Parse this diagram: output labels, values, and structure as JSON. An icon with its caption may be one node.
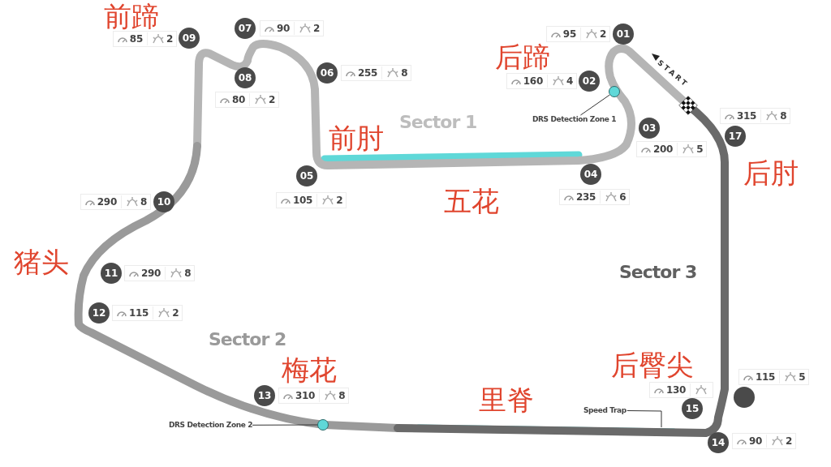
{
  "diagram": {
    "nodes": [
      {
        "text": [
          "01"
        ]
      },
      {
        "text": [
          "95",
          "2"
        ]
      },
      {
        "text": [
          "02"
        ]
      },
      {
        "text": [
          "160",
          "4"
        ]
      },
      {
        "text": [
          "03"
        ]
      },
      {
        "text": [
          "200",
          "5"
        ]
      },
      {
        "text": [
          "04"
        ]
      },
      {
        "text": [
          "235",
          "6"
        ]
      },
      {
        "text": [
          "05"
        ]
      },
      {
        "text": [
          "105",
          "2"
        ]
      },
      {
        "text": [
          "06"
        ]
      },
      {
        "text": [
          "255",
          "8"
        ]
      },
      {
        "text": [
          "07"
        ]
      },
      {
        "text": [
          "90",
          "2"
        ]
      },
      {
        "text": [
          "08"
        ]
      },
      {
        "text": [
          "80",
          "2"
        ]
      },
      {
        "text": [
          "09"
        ]
      },
      {
        "text": [
          "85",
          "2"
        ]
      },
      {
        "text": [
          "10"
        ]
      },
      {
        "text": [
          "290",
          "8"
        ]
      },
      {
        "text": [
          "11"
        ]
      },
      {
        "text": [
          "290",
          "8"
        ]
      },
      {
        "text": [
          "12"
        ]
      },
      {
        "text": [
          "115",
          "2"
        ]
      },
      {
        "text": [
          "13"
        ]
      },
      {
        "text": [
          "310",
          "8"
        ]
      },
      {
        "text": [
          "14"
        ]
      },
      {
        "text": [
          "90",
          "2"
        ]
      },
      {
        "text": [
          "15"
        ]
      },
      {
        "text": [
          "130"
        ]
      },
      {
        "text": [],
        "shape": "circle"
      },
      {
        "text": [
          "115",
          "5"
        ]
      },
      {
        "text": [
          "17"
        ]
      },
      {
        "text": [
          "315",
          "8"
        ]
      },
      {
        "text": [
          "DRS Detection Zone 1"
        ]
      },
      {
        "text": [],
        "shape": "circle"
      },
      {
        "text": [
          "DRS Detection Zone 2"
        ]
      },
      {
        "text": [],
        "shape": "circle"
      },
      {
        "text": [
          "Speed Trap"
        ]
      }
    ],
    "edges": [
      {
        "from": 34,
        "to": 35,
        "arrow": "none"
      },
      {
        "from": 36,
        "to": 37,
        "arrow": "none"
      },
      {
        "from": 38,
        "to": null,
        "arrow": "none"
      }
    ],
    "labels": [
      "前蹄",
      "后蹄",
      "START",
      "Sector 1",
      "前肘",
      "后肘",
      "五花",
      "猪头",
      "Sector 3",
      "Sector 2",
      "后臀尖",
      "梅花",
      "里脊"
    ]
  }
}
